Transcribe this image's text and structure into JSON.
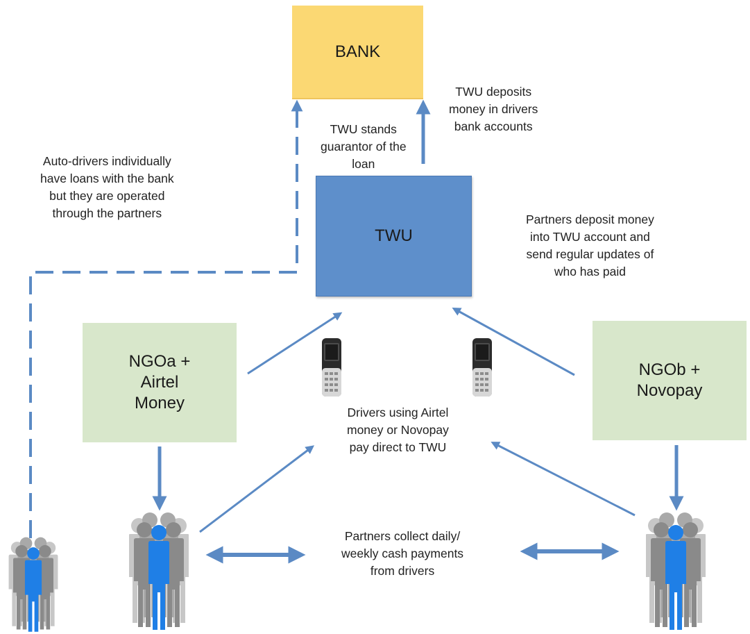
{
  "boxes": {
    "bank": "BANK",
    "twu": "TWU",
    "ngoa": [
      "NGOa +",
      "Airtel",
      "Money"
    ],
    "ngob": [
      "NGOb +",
      "Novopay"
    ]
  },
  "labels": {
    "twu_deposits": [
      "TWU deposits",
      "money in drivers",
      "bank accounts"
    ],
    "twu_guarantor": [
      "TWU stands",
      "guarantor of the",
      "loan"
    ],
    "auto_drivers": [
      "Auto-drivers individually",
      "have loans with the bank",
      "but they are operated",
      "through the partners"
    ],
    "partners_deposit": [
      "Partners deposit money",
      "into TWU account and",
      "send regular updates of",
      "who has paid"
    ],
    "drivers_using": [
      "Drivers using Airtel",
      "money or Novopay",
      "pay direct to TWU"
    ],
    "partners_collect": [
      "Partners collect daily/",
      "weekly cash payments",
      "from drivers"
    ]
  },
  "colors": {
    "bank": "#fbd873",
    "twu": "#5e8fcb",
    "ngo": "#d8e7cb",
    "arrow": "#5b8ac4",
    "driver_front": "#1f7fe6",
    "driver_back": "#a9a9a9"
  },
  "icons": {
    "phone": "mobile-phone-icon",
    "drivers": "driver-group-icon"
  }
}
